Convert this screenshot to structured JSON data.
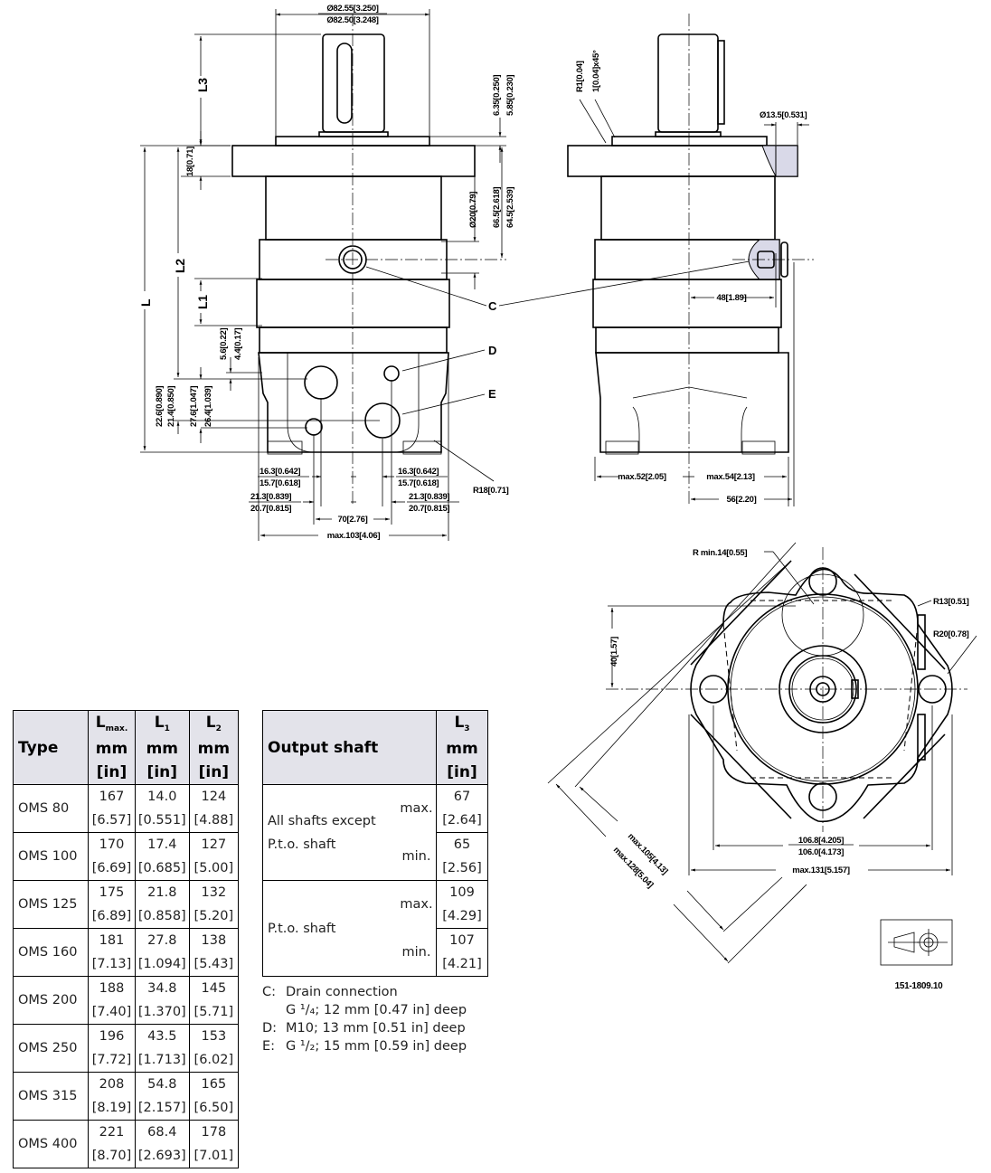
{
  "drawing": {
    "drawing_number": "151-1809.10",
    "front_view": {
      "dim_shaft_pilot_top": "Ø82.55[3.250]",
      "dim_shaft_pilot_bottom": "Ø82.50[3.248]",
      "dim_pilot_height_top": "6.35[0.250]",
      "dim_pilot_height_bottom": "5.85[0.230]",
      "dim_flange_thickness": "18[0.71]",
      "dim_drain_dia": "Ø20[0.79]",
      "dim_flange_to_drain_top": "66.5[2.618]",
      "dim_flange_to_drain_bottom": "64.5[2.539]",
      "label_L3": "L3",
      "label_L": "L",
      "label_L2": "L2",
      "label_L1": "L1",
      "dim_5_6_top": "5.6[0.22]",
      "dim_5_6_bottom": "4.4[0.17]",
      "dim_22_6_top": "22.6[0.890]",
      "dim_22_6_bottom": "21.4[0.850]",
      "dim_27_6_top": "27.6[1.047]",
      "dim_27_6_bottom": "26.4[1.039]",
      "dim_left_16_top": "16.3[0.642]",
      "dim_left_16_bottom": "15.7[0.618]",
      "dim_left_21_top": "21.3[0.839]",
      "dim_left_21_bottom": "20.7[0.815]",
      "dim_right_16_top": "16.3[0.642]",
      "dim_right_16_bottom": "15.7[0.618]",
      "dim_right_21_top": "21.3[0.839]",
      "dim_right_21_bottom": "20.7[0.815]",
      "dim_port_spacing": "70[2.76]",
      "dim_max_width": "max.103[4.06]",
      "dim_radius": "R18[0.71]",
      "callout_C": "C",
      "callout_D": "D",
      "callout_E": "E"
    },
    "side_view": {
      "dim_fillet": "R1[0.04]",
      "dim_chamfer": "1[0.04]x45°",
      "dim_bolt_hole": "Ø13.5[0.531]",
      "dim_drain_offset": "48[1.89]",
      "dim_max_left": "max.52[2.05]",
      "dim_max_right": "max.54[2.13]",
      "dim_56": "56[2.20]"
    },
    "end_view": {
      "dim_r_min": "R min.14[0.55]",
      "dim_r13": "R13[0.51]",
      "dim_r20": "R20[0.78]",
      "dim_40": "40[1.57]",
      "dim_bolt_circle_top": "106.8[4.205]",
      "dim_bolt_circle_bottom": "106.0[4.173]",
      "dim_max_131": "max.131[5.157]",
      "dim_max_105": "max.105[4.13]",
      "dim_max_128": "max.128[5.04]"
    }
  },
  "type_table": {
    "headers": {
      "type": "Type",
      "lmax_main": "L",
      "lmax_sub": "max.",
      "l1_main": "L",
      "l1_sub": "1",
      "l2_main": "L",
      "l2_sub": "2",
      "unit_mm": "mm",
      "unit_in": "[in]"
    },
    "rows": [
      {
        "type": "OMS 80",
        "lmax": "167",
        "lmax_in": "[6.57]",
        "l1": "14.0",
        "l1_in": "[0.551]",
        "l2": "124",
        "l2_in": "[4.88]"
      },
      {
        "type": "OMS 100",
        "lmax": "170",
        "lmax_in": "[6.69]",
        "l1": "17.4",
        "l1_in": "[0.685]",
        "l2": "127",
        "l2_in": "[5.00]"
      },
      {
        "type": "OMS 125",
        "lmax": "175",
        "lmax_in": "[6.89]",
        "l1": "21.8",
        "l1_in": "[0.858]",
        "l2": "132",
        "l2_in": "[5.20]"
      },
      {
        "type": "OMS 160",
        "lmax": "181",
        "lmax_in": "[7.13]",
        "l1": "27.8",
        "l1_in": "[1.094]",
        "l2": "138",
        "l2_in": "[5.43]"
      },
      {
        "type": "OMS 200",
        "lmax": "188",
        "lmax_in": "[7.40]",
        "l1": "34.8",
        "l1_in": "[1.370]",
        "l2": "145",
        "l2_in": "[5.71]"
      },
      {
        "type": "OMS 250",
        "lmax": "196",
        "lmax_in": "[7.72]",
        "l1": "43.5",
        "l1_in": "[1.713]",
        "l2": "153",
        "l2_in": "[6.02]"
      },
      {
        "type": "OMS 315",
        "lmax": "208",
        "lmax_in": "[8.19]",
        "l1": "54.8",
        "l1_in": "[2.157]",
        "l2": "165",
        "l2_in": "[6.50]"
      },
      {
        "type": "OMS 400",
        "lmax": "221",
        "lmax_in": "[8.70]",
        "l1": "68.4",
        "l1_in": "[2.693]",
        "l2": "178",
        "l2_in": "[7.01]"
      }
    ]
  },
  "shaft_table": {
    "headers": {
      "output_shaft": "Output shaft",
      "l3_main": "L",
      "l3_sub": "3",
      "unit_mm": "mm",
      "unit_in": "[in]"
    },
    "groups": [
      {
        "label_line1": "All shafts except",
        "label_line2": "P.t.o. shaft",
        "max_label": "max.",
        "max_mm": "67",
        "max_in": "[2.64]",
        "min_label": "min.",
        "min_mm": "65",
        "min_in": "[2.56]"
      },
      {
        "label_line1": "P.t.o. shaft",
        "label_line2": "",
        "max_label": "max.",
        "max_mm": "109",
        "max_in": "[4.29]",
        "min_label": "min.",
        "min_mm": "107",
        "min_in": "[4.21]"
      }
    ]
  },
  "notes": [
    {
      "key": "C:",
      "line1": "Drain connection",
      "line2": "G ¹/₄; 12 mm [0.47 in] deep"
    },
    {
      "key": "D:",
      "line1": "M10; 13 mm [0.51 in] deep",
      "line2": ""
    },
    {
      "key": "E:",
      "line1": "G ¹/₂; 15 mm [0.59 in] deep",
      "line2": ""
    }
  ]
}
